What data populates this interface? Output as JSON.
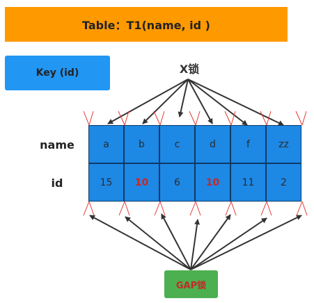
{
  "title": "Table：T1(name, id )",
  "key_label": "Key (id)",
  "xlock_label": "X锁",
  "gap_label": "GAP锁",
  "row_labels": {
    "name": "name",
    "id": "id"
  },
  "records": [
    {
      "name": "a",
      "id": "15",
      "id_highlight": false
    },
    {
      "name": "b",
      "id": "10",
      "id_highlight": true
    },
    {
      "name": "c",
      "id": "6",
      "id_highlight": false
    },
    {
      "name": "d",
      "id": "10",
      "id_highlight": true
    },
    {
      "name": "f",
      "id": "11",
      "id_highlight": false
    },
    {
      "name": "zz",
      "id": "2",
      "id_highlight": false
    }
  ],
  "colors": {
    "title_bg": "#FF9900",
    "key_bg": "#2196F3",
    "cell_bg": "#1E88E5",
    "highlight_text": "#C62828",
    "gap_bg": "#4CAF50",
    "gap_marker": "#E53935",
    "arrow": "#333333"
  }
}
